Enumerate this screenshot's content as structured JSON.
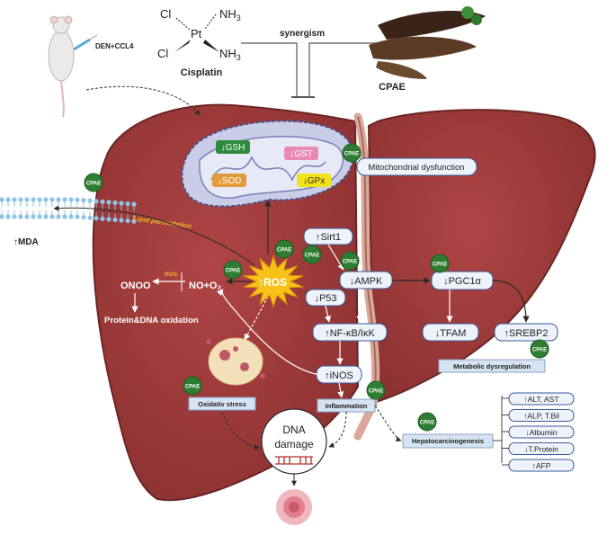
{
  "top": {
    "model_label": "DEN+CCL4",
    "drug_name": "Cisplatin",
    "cisplatin_atoms": {
      "cl1": "Cl",
      "cl2": "Cl",
      "pt": "Pt",
      "nh3_1": "NH",
      "nh3_2": "NH",
      "sub": "3"
    },
    "synergism_label": "synergism",
    "extract_name": "CPAE"
  },
  "badge_text": "CPAE",
  "mito": {
    "gsh": "↓GSH",
    "gst": "↓GST",
    "sod": "↓SOD",
    "gpx": "↓GPx",
    "dysfunction_label": "Mitochondrial dysfunction"
  },
  "left": {
    "mda": "↑MDA",
    "lipid_peroxidation": "Lipid peroxidation",
    "onoo": "ONOO",
    "ros_small": "ROS",
    "no_o2": "NO+O₂",
    "protein_dna": "Protein&DNA oxidation",
    "oxidative_stress": "Oxidativ stress"
  },
  "center": {
    "ros": "↑ROS",
    "sirt1": "↑Sirt1",
    "ampk": "↓AMPK",
    "p53": "↓P53",
    "nfkb": "↑NF-κB/IκK",
    "inos": "↑iNOS",
    "inflammation": "Inflammation",
    "dna_damage_line1": "DNA",
    "dna_damage_line2": "damage"
  },
  "right": {
    "pgc1a": "↓PGC1α",
    "tfam": "↓TFAM",
    "srebp2": "↑SREBP2",
    "metabolic": "Metabolic dysregulation",
    "hepatocarcinogenesis": "Hepatocarcinogenesis",
    "markers": [
      "↑ALT, AST",
      "↑ALP, T.Bil",
      "↓Albumin",
      "↓T.Protein",
      "↑AFP"
    ]
  },
  "colors": {
    "liver": "#9e3b3b",
    "liver_dark": "#7a2a2a",
    "badge": "#2e7d32",
    "pill_bg": "#eef3fb",
    "pill_border": "#3a5a9a",
    "mito_fill": "#c9cde8",
    "ros_star": "#f6c21a"
  }
}
